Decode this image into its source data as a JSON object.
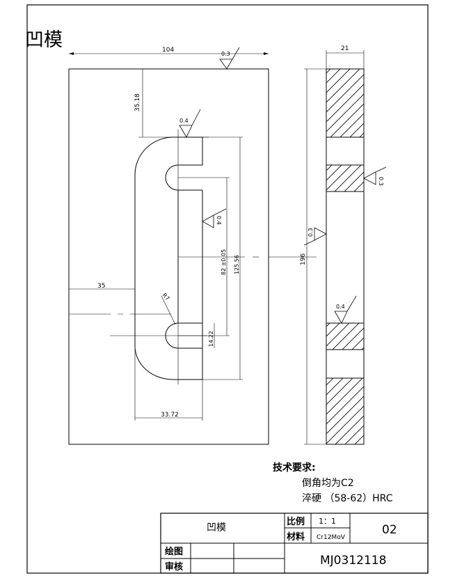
{
  "part_label": "凹模",
  "colors": {
    "ink": "#000000",
    "part_label": "#e00000",
    "paper": "#ffffff"
  },
  "dimensions": {
    "width": "104",
    "top_offset": "35.18",
    "left_offset": "35",
    "slot_width": "33.72",
    "radius": "R7",
    "center_distance": "82 ±0.05",
    "slot_length": "125.56",
    "small_offset": "14.22",
    "height": "196",
    "thickness": "21"
  },
  "roughness": {
    "top": "0.3",
    "slot_top": "0.4",
    "slot_mid": "0.4",
    "side_right": "0.3",
    "side_left": "0.3",
    "side_lower": "0.4"
  },
  "tech_requirements": {
    "title": "技术要求:",
    "item_1": "倒角均为C2",
    "item_2_prefix": "淬硬 （58-62）",
    "item_2_suffix": "HRC"
  },
  "title_block": {
    "part_name": "凹模",
    "scale_label": "比例",
    "scale_value": "1：1",
    "material_label": "材料",
    "material_value": "Cr12MoV",
    "sheet_number": "02",
    "drawn_by_label": "绘图",
    "checked_by_label": "审核",
    "drawing_number": "MJ0312118"
  }
}
